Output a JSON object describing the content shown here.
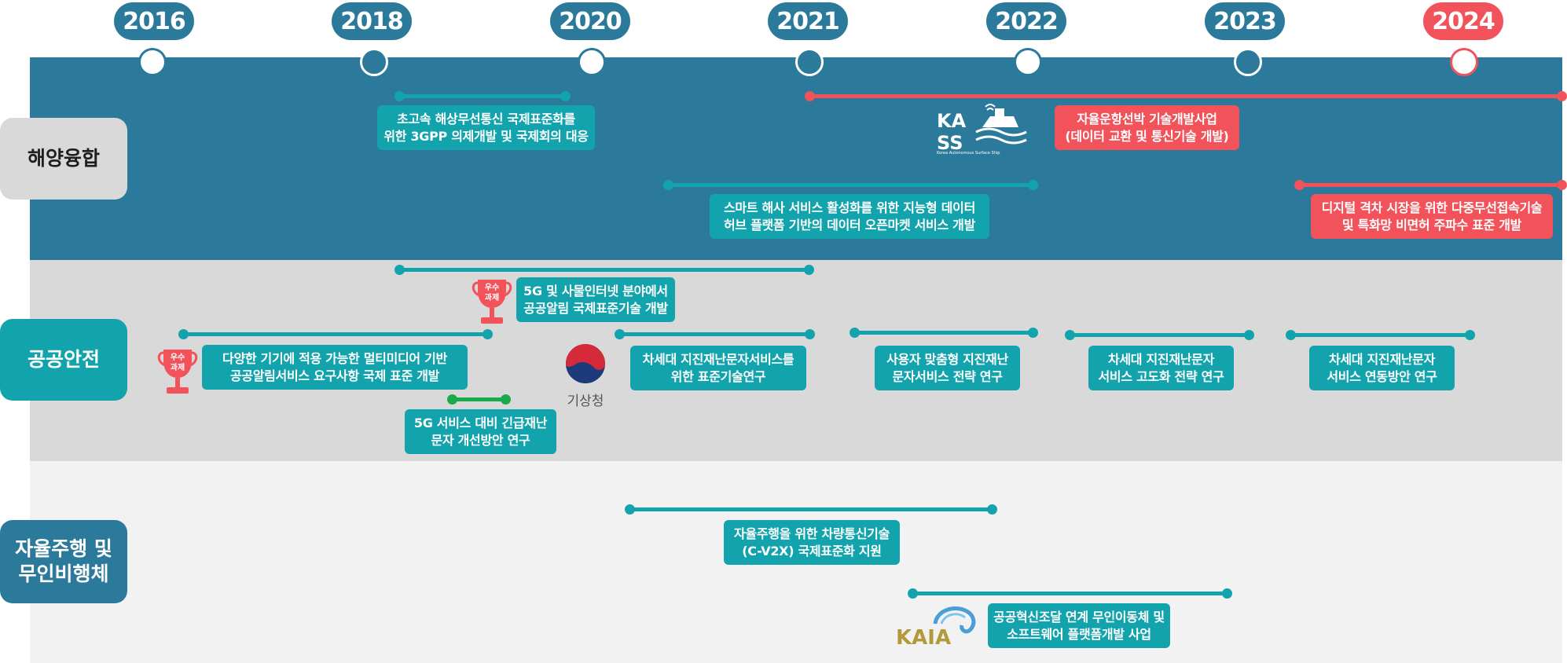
{
  "years": [
    {
      "label": "2016"
    },
    {
      "label": "2018"
    },
    {
      "label": "2020"
    },
    {
      "label": "2021"
    },
    {
      "label": "2022"
    },
    {
      "label": "2023"
    },
    {
      "label": "2024"
    }
  ],
  "categories": {
    "marine": "해양융합",
    "safety": "공공안전",
    "auto": "자율주행 및\n무인비행체"
  },
  "projects": {
    "p1": "초고속 해상무선통신 국제표준화를\n위한 3GPP 의제개발 및 국제회의 대응",
    "p2": "자율운항선박 기술개발사업\n(데이터 교환 및 통신기술 개발)",
    "p3": "스마트 해사 서비스 활성화를 위한 지능형 데이터\n허브 플랫폼 기반의 데이터 오픈마켓 서비스 개발",
    "p4": "디지털 격차 시장을 위한 다중무선접속기술\n및  특화망 비면허 주파수 표준 개발",
    "p5": "5G 및 사물인터넷 분야에서\n공공알림 국제표준기술 개발",
    "p6": "다양한 기기에 적용 가능한 멀티미디어 기반\n공공알림서비스 요구사항 국제 표준 개발",
    "p7": "차세대 지진재난문자서비스를\n위한 표준기술연구",
    "p8": "사용자 맞춤형 지진재난\n문자서비스 전략 연구",
    "p9": "차세대 지진재난문자\n서비스 고도화 전략 연구",
    "p10": "차세대 지진재난문자\n서비스 연동방안 연구",
    "p11": "5G 서비스 대비 긴급재난\n문자 개선방안 연구",
    "p12": "자율주행을 위한 차량통신기술\n(C-V2X) 국제표준화 지원",
    "p13": "공공혁신조달 연계 무인이동체 및\n소프트웨어 플랫폼개발 사업"
  },
  "badges": {
    "award": "우수\n과제"
  },
  "logos": {
    "kass": "KASS",
    "kass_sub": "Korea Autonomous Surface Ship",
    "kma": "기상청",
    "kaia": "KAIA"
  },
  "colors": {
    "primary": "#2b7a9b",
    "teal": "#12a3ad",
    "accent_red": "#f2525a",
    "green": "#1aaa4a"
  }
}
